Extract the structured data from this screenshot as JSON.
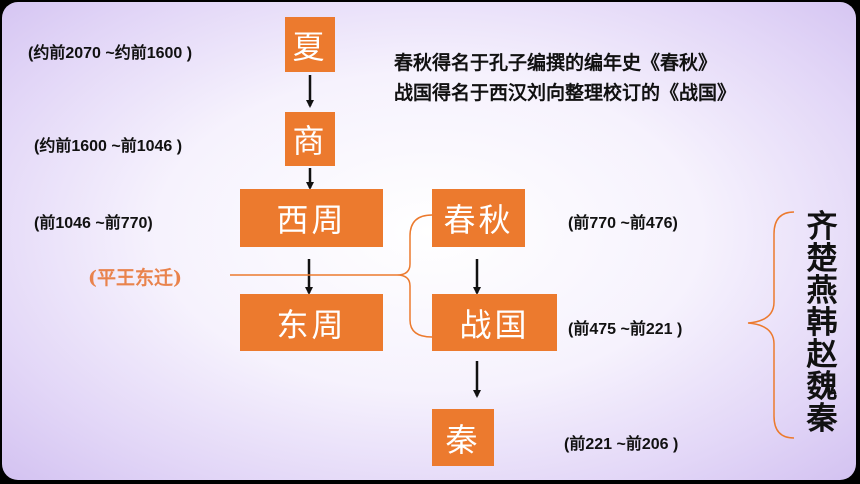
{
  "dynasties": {
    "xia": "夏",
    "shang": "商",
    "xizhou": "西周",
    "dongzhou": "东周",
    "chunqiu": "春秋",
    "zhanguo": "战国",
    "qin": "秦"
  },
  "dates": {
    "xia": "(约前2070 ~约前1600 )",
    "shang": "(约前1600 ~前1046 )",
    "xizhou": "(前1046 ~前770)",
    "chunqiu": "(前770 ~前476)",
    "zhanguo": "(前475 ~前221 )",
    "qin": "(前221 ~前206 )"
  },
  "notes": {
    "line1": "春秋得名于孔子编撰的编年史《春秋》",
    "line2": "战国得名于西汉刘向整理校订的《战国》"
  },
  "event": "(平王东迁)",
  "warring_states": "齐楚燕韩赵魏秦",
  "colors": {
    "box": "#ec7a2e",
    "event_text": "#e9834d",
    "bracket": "#ec7a2e"
  }
}
